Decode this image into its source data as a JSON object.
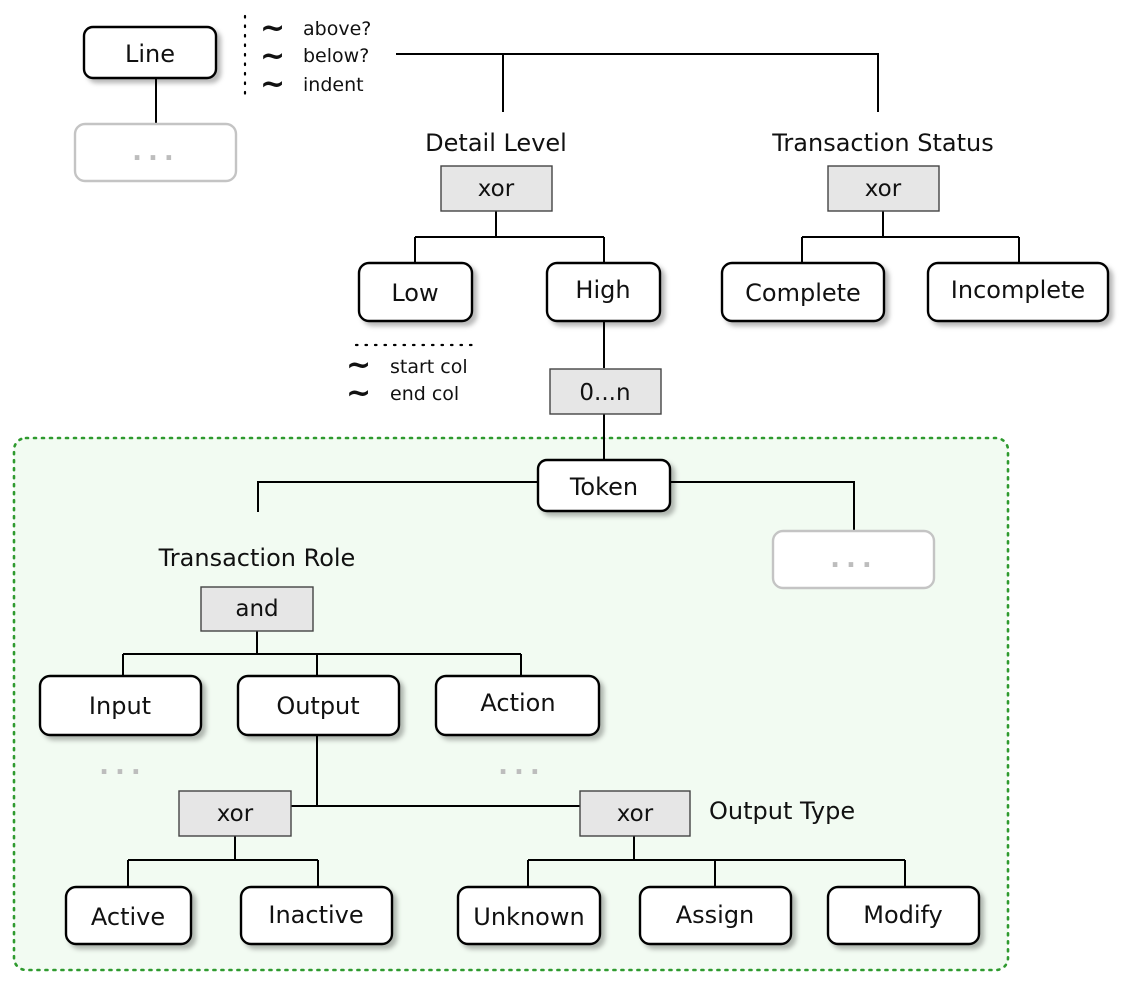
{
  "colors": {
    "region_fill": "#f2fbf2",
    "region_stroke": "#2e9a2e",
    "operator_fill": "#e6e6e6",
    "ghost": "#c4c4c4"
  },
  "nodes": {
    "line": "Line",
    "low": "Low",
    "high": "High",
    "complete": "Complete",
    "incomplete": "Incomplete",
    "token": "Token",
    "input": "Input",
    "output": "Output",
    "action": "Action",
    "active": "Active",
    "inactive": "Inactive",
    "unknown": "Unknown",
    "assign": "Assign",
    "modify": "Modify"
  },
  "operators": {
    "detail_level": "xor",
    "transaction_status": "xor",
    "multiplicity": "0...n",
    "transaction_role": "and",
    "output_left": "xor",
    "output_type": "xor"
  },
  "section_labels": {
    "detail_level": "Detail Level",
    "transaction_status": "Transaction Status",
    "transaction_role": "Transaction Role",
    "output_type": "Output Type"
  },
  "line_attributes": [
    "above?",
    "below?",
    "indent"
  ],
  "token_attributes": [
    "start col",
    "end col"
  ],
  "tilde": "~",
  "ellipsis": "..."
}
